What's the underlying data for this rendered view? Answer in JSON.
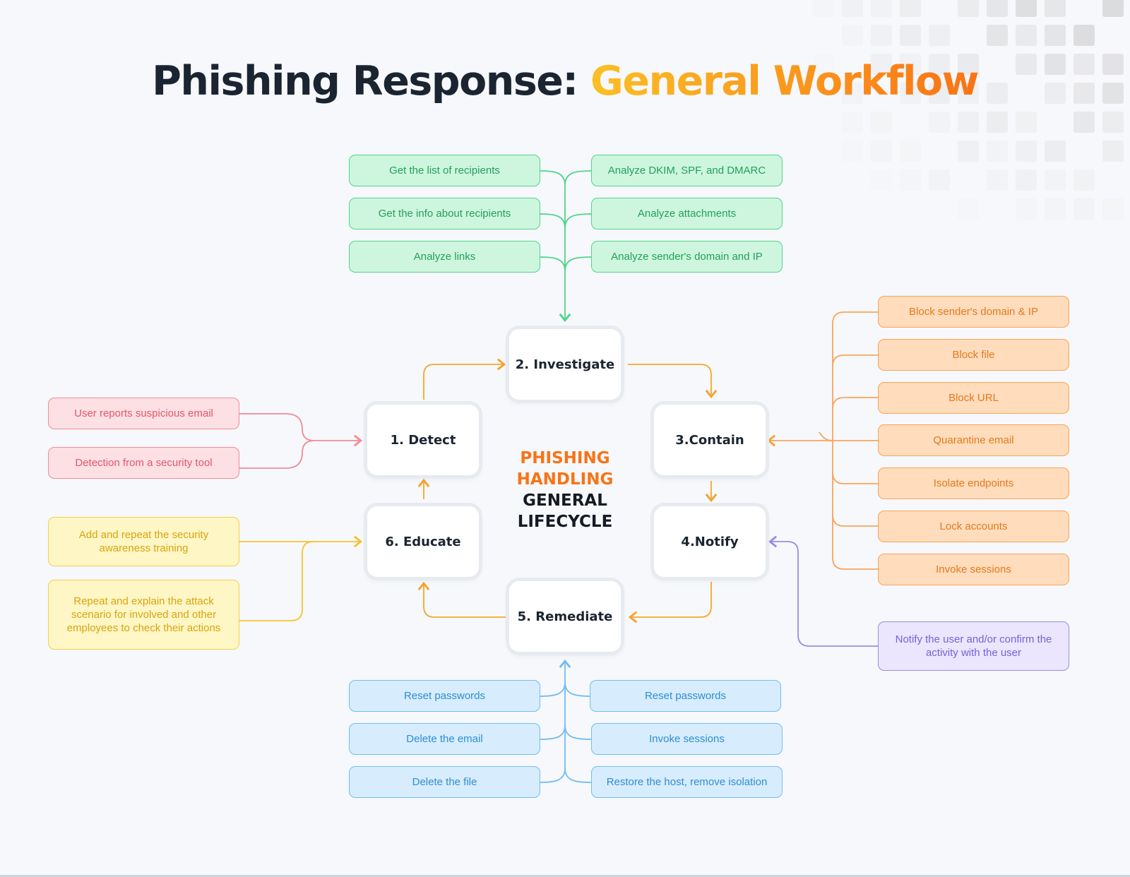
{
  "title": {
    "main": "Phishing Response: ",
    "accent": "General Workflow"
  },
  "center_label": {
    "line1": "PHISHING",
    "line2": "HANDLING",
    "line3": "GENERAL",
    "line4": "LIFECYCLE"
  },
  "stages": {
    "detect": "1. Detect",
    "investigate": "2. Investigate",
    "contain": "3.Contain",
    "notify": "4.Notify",
    "remediate": "5. Remediate",
    "educate": "6. Educate"
  },
  "investigate_tasks": {
    "left": [
      "Get the list of recipients",
      "Get the info about recipients",
      "Analyze links"
    ],
    "right": [
      "Analyze DKIM, SPF, and DMARC",
      "Analyze attachments",
      "Analyze sender's domain and IP"
    ]
  },
  "contain_tasks": [
    "Block sender's domain & IP",
    "Block file",
    "Block URL",
    "Quarantine email",
    "Isolate endpoints",
    "Lock accounts",
    "Invoke sessions"
  ],
  "detect_sources": [
    "User reports suspicious email",
    "Detection from a security tool"
  ],
  "educate_tasks": [
    "Add and repeat the security awareness training",
    "Repeat and explain the attack scenario for involved and other employees to check their actions"
  ],
  "notify_tasks": [
    "Notify the user and/or confirm the activity with the user"
  ],
  "remediate_tasks": {
    "left": [
      "Reset passwords",
      "Delete the email",
      "Delete the file"
    ],
    "right": [
      "Reset passwords",
      "Invoke sessions",
      "Restore the host, remove isolation"
    ]
  },
  "colors": {
    "investigate": "#4ed58b",
    "contain": "#f9a55b",
    "detect": "#f28b99",
    "educate": "#f6cf4a",
    "remediate": "#74bdf0",
    "notify": "#9c8ae7",
    "cycle": "#f7a823",
    "title_text": "#1b2431",
    "title_accent": "#f6a51c"
  }
}
